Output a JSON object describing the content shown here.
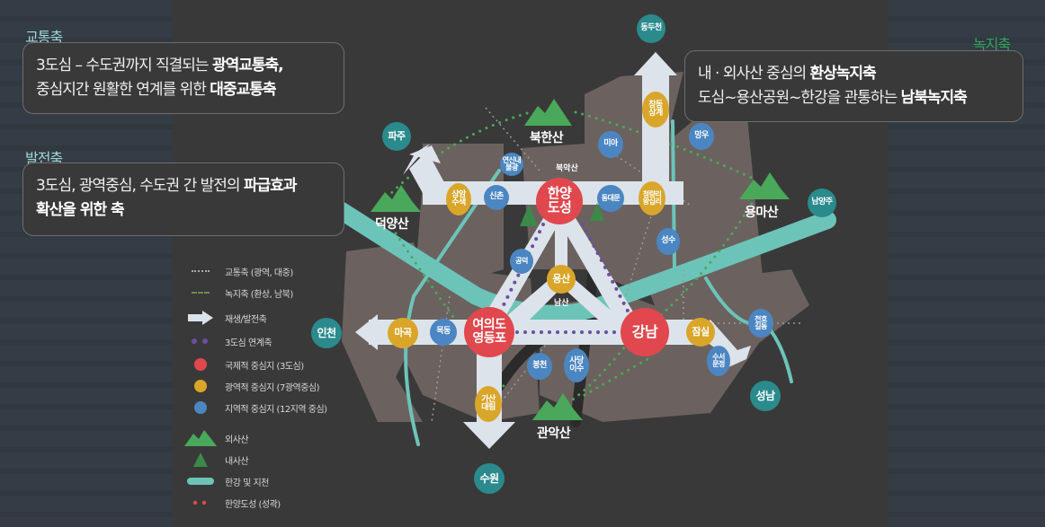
{
  "left_panel": {
    "transport": {
      "title": "교통축",
      "line1_plain": "3도심 – 수도권까지 직결되는 ",
      "line1_bold": "광역교통축,",
      "line2_plain": "중심지간 원활한 연계를 위한 ",
      "line2_bold": "대중교통축"
    },
    "development": {
      "title": "발전축",
      "line1_plain": "3도심, 광역중심, 수도권 간 발전의 ",
      "line1_bold": "파급효과",
      "line2_bold": "확산을 위한 축"
    }
  },
  "right_panel": {
    "green": {
      "title": "녹지축",
      "line1_plain": "내 · 외사산 중심의 ",
      "line1_bold": "환상녹지축",
      "line2_plain": "도심~용산공원~한강을 관통하는 ",
      "line2_bold": "남북녹지축"
    }
  },
  "legend": [
    {
      "symbol": "dotted-gray",
      "label": "교통축 (광역, 대중)"
    },
    {
      "symbol": "dashed-green",
      "label": "녹지축 (환상, 남북)"
    },
    {
      "symbol": "arrow",
      "label": "재생/발전축"
    },
    {
      "symbol": "purple-dots",
      "label": "3도심 연계축"
    },
    {
      "symbol": "red-circle",
      "label": "국제적 중심지 (3도심)"
    },
    {
      "symbol": "gold-circle",
      "label": "광역적 중심지 (7광역중심)"
    },
    {
      "symbol": "blue-circle",
      "label": "지역적 중심지 (12지역 중심)"
    },
    {
      "symbol": "outer-mountain",
      "label": "외사산"
    },
    {
      "symbol": "inner-mountain",
      "label": "내사산"
    },
    {
      "symbol": "river",
      "label": "한강 및 지천"
    },
    {
      "symbol": "red-dots",
      "label": "한양도성 (성곽)"
    }
  ],
  "map": {
    "colors": {
      "red": "#e0484d",
      "gold": "#d9a62a",
      "blue": "#4b86c2",
      "teal": "#2a8a8c",
      "river": "#6cc4b8",
      "green": "#4aa85a",
      "arrow": "#dde3ea",
      "district": "#6b625f"
    },
    "centers_international": [
      {
        "name": "한양\n도성",
        "line1": "한양",
        "line2": "도성"
      },
      {
        "name": "여의도\n영등포",
        "line1": "여의도",
        "line2": "영등포"
      },
      {
        "name": "강남",
        "line1": "강남",
        "line2": ""
      }
    ],
    "centers_regional": [
      {
        "line1": "상암",
        "line2": "수색"
      },
      {
        "line1": "창동",
        "line2": "상계"
      },
      {
        "line1": "청량리",
        "line2": "왕십리"
      },
      {
        "line1": "용산",
        "line2": ""
      },
      {
        "line1": "마곡",
        "line2": ""
      },
      {
        "line1": "잠실",
        "line2": ""
      },
      {
        "line1": "가산",
        "line2": "대림"
      }
    ],
    "centers_local": [
      {
        "line1": "연신내",
        "line2": "불광"
      },
      {
        "line1": "신촌",
        "line2": ""
      },
      {
        "line1": "동대문",
        "line2": ""
      },
      {
        "line1": "미아",
        "line2": ""
      },
      {
        "line1": "망우",
        "line2": ""
      },
      {
        "line1": "성수",
        "line2": ""
      },
      {
        "line1": "공덕",
        "line2": ""
      },
      {
        "line1": "목동",
        "line2": ""
      },
      {
        "line1": "봉천",
        "line2": ""
      },
      {
        "line1": "사당",
        "line2": "이수"
      },
      {
        "line1": "천호",
        "line2": "길동"
      },
      {
        "line1": "수서",
        "line2": "문정"
      }
    ],
    "outer_cities": [
      "동두천",
      "파주",
      "남양주",
      "인천",
      "성남",
      "수원"
    ],
    "mountains_outer": [
      "북한산",
      "덕양산",
      "용마산",
      "관악산"
    ],
    "mountains_inner": [
      "북악산",
      "남산"
    ]
  }
}
